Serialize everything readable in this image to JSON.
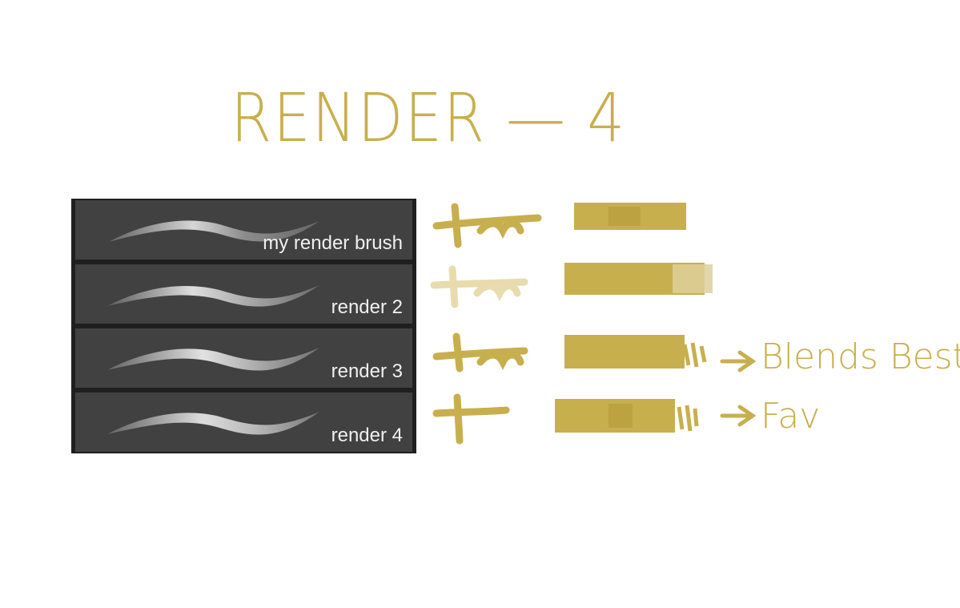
{
  "title": "RENDER — 4",
  "colors": {
    "ink": "#c8af4e",
    "ink_faded": "#e8dcae",
    "panel_bg": "#414141",
    "panel_border": "#1f1f1f",
    "label": "#f0f0f0"
  },
  "brushes": [
    {
      "name": "my render brush",
      "selected": false
    },
    {
      "name": "render 2",
      "selected": false
    },
    {
      "name": "render 3",
      "selected": false
    },
    {
      "name": "render 4",
      "selected": false
    }
  ],
  "notes": {
    "render_3": "Blends Best",
    "render_4": "Fav"
  }
}
